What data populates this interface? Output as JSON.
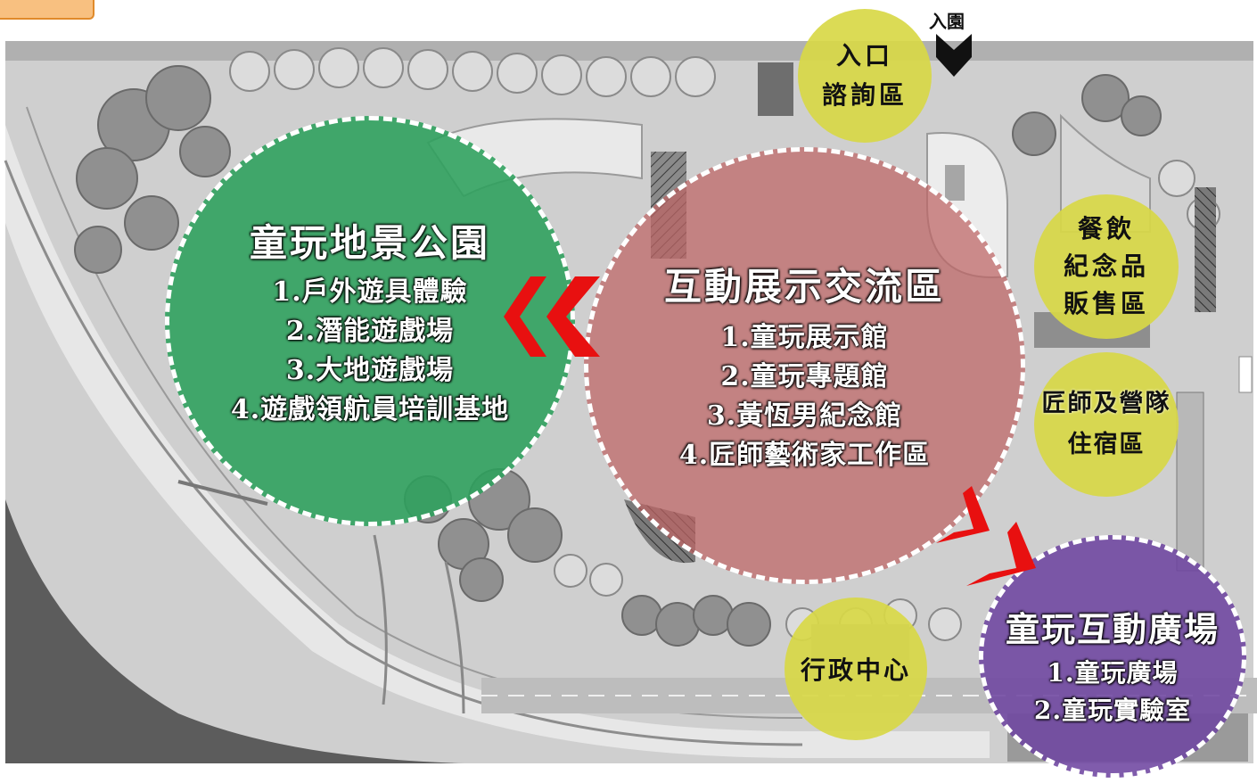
{
  "colors": {
    "green_zone": "#3aa864",
    "red_zone": "#c87a7a",
    "purple_zone": "#7a4f9e",
    "yellow_bubble": "#d8d84a",
    "arrow_red": "#e81010",
    "entry_arrow": "#111111"
  },
  "entry": {
    "label": "入園",
    "icon": "chevron-down-icon"
  },
  "zones": {
    "green": {
      "title": "童玩地景公園",
      "items": [
        "1.戶外遊具體驗",
        "2.潛能遊戲場",
        "3.大地遊戲場",
        "4.遊戲領航員培訓基地"
      ]
    },
    "red": {
      "title": "互動展示交流區",
      "items": [
        "1.童玩展示館",
        "2.童玩專題館",
        "3.黃恆男紀念館",
        "4.匠師藝術家工作區"
      ]
    },
    "purple": {
      "title": "童玩互動廣場",
      "items": [
        "1.童玩廣場",
        "2.童玩實驗室"
      ]
    }
  },
  "bubbles": {
    "entrance_info": [
      "入口",
      "諮詢區"
    ],
    "dining": [
      "餐飲",
      "紀念品",
      "販售區"
    ],
    "lodging": [
      "匠師及營隊",
      "住宿區"
    ],
    "admin": [
      "行政中心"
    ]
  }
}
